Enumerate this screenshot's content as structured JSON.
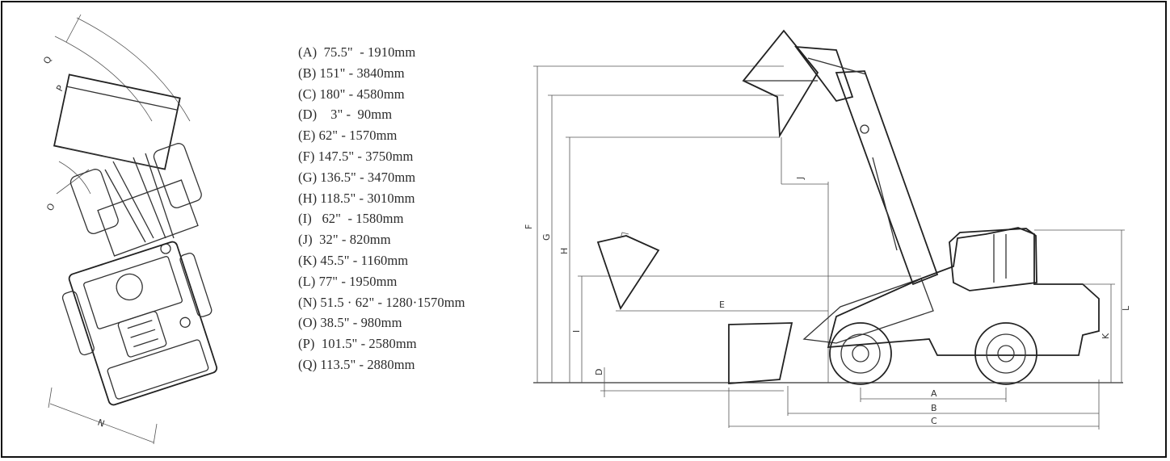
{
  "specs": [
    "(A)  75.5\"  - 1910mm",
    "(B) 151\" - 3840mm",
    "(C) 180\" - 4580mm",
    "(D)    3\" -  90mm",
    "(E) 62\" - 1570mm",
    "(F) 147.5\" - 3750mm",
    "(G) 136.5\" - 3470mm",
    "(H) 118.5\" - 3010mm",
    "(I)   62\"  - 1580mm",
    "(J)  32\" - 820mm",
    "(K) 45.5\" - 1160mm",
    "(L) 77\" - 1950mm",
    "(N) 51.5 · 62\" - 1280·1570mm",
    "(O) 38.5\" - 980mm",
    "(P)  101.5\" - 2580mm",
    "(Q) 113.5\" - 2880mm"
  ],
  "dimension_letters": {
    "A": "A",
    "B": "B",
    "C": "C",
    "D": "D",
    "E": "E",
    "F": "F",
    "G": "G",
    "H": "H",
    "I": "I",
    "J": "J",
    "K": "K",
    "L": "L",
    "N": "N",
    "O": "O",
    "P": "P",
    "Q": "Q"
  }
}
